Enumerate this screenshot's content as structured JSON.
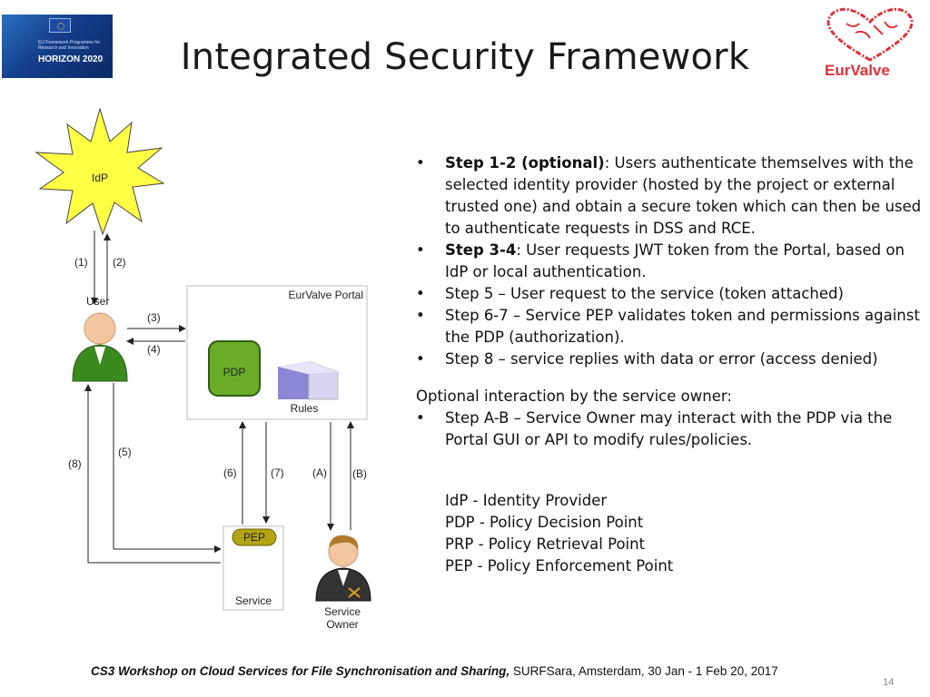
{
  "title": "Integrated Security Framework",
  "logos": {
    "horizon_small": "EU Framework Programme for Research and Innovation",
    "horizon_big": "HORIZON 2020",
    "eurvalve": "EurValve"
  },
  "diagram": {
    "idp_label": "IdP",
    "user_label": "User",
    "portal_label": "EurValve Portal",
    "pdp_label": "PDP",
    "rules_label": "Rules",
    "pep_label": "PEP",
    "service_label": "Service",
    "service_owner_line1": "Service",
    "service_owner_line2": "Owner",
    "steps": {
      "s1": "(1)",
      "s2": "(2)",
      "s3": "(3)",
      "s4": "(4)",
      "s5": "(5)",
      "s6": "(6)",
      "s7": "(7)",
      "s8": "(8)",
      "sA": "(A)",
      "sB": "(B)"
    },
    "colors": {
      "idp_star": "#ffff44",
      "pdp_fill": "#6aac29",
      "pep_fill": "#b3a315",
      "user_shirt": "#3a8a1e",
      "rules_fill": "#8b86d6",
      "portal_label_color": "#3e7d1e",
      "user_label_color": "#3e7d1e",
      "service_label_color": "#7a4a10"
    }
  },
  "bullets": [
    {
      "bold": "Step 1-2 (optional)",
      "text": ": Users authenticate themselves with the selected identity provider (hosted by the project or external trusted one) and obtain a secure token which can then be used to authenticate requests in DSS and RCE."
    },
    {
      "bold": "Step 3-4",
      "text": ": User requests JWT token from the Portal, based on IdP or local authentication."
    },
    {
      "bold": "",
      "text": "Step 5 – User request to the service (token attached)"
    },
    {
      "bold": "",
      "text": "Step 6-7 – Service PEP validates token and permissions against the PDP (authorization)."
    },
    {
      "bold": "",
      "text": "Step 8 – service replies with data or error (access denied)"
    }
  ],
  "optional_heading": "Optional interaction by the service owner:",
  "optional_bullet": "Step A-B – Service Owner may interact with the PDP via the Portal GUI or API to modify rules/policies.",
  "bullet_char": "•",
  "abbreviations": [
    "IdP - Identity Provider",
    "PDP - Policy Decision Point",
    "PRP - Policy Retrieval Point",
    "PEP - Policy Enforcement Point"
  ],
  "footer": {
    "bold": "CS3 Workshop on Cloud Services for File Synchronisation and Sharing,",
    "rest": " SURFSara,  Amsterdam, 30 Jan - 1 Feb 20, 2017"
  },
  "page_number": "14"
}
